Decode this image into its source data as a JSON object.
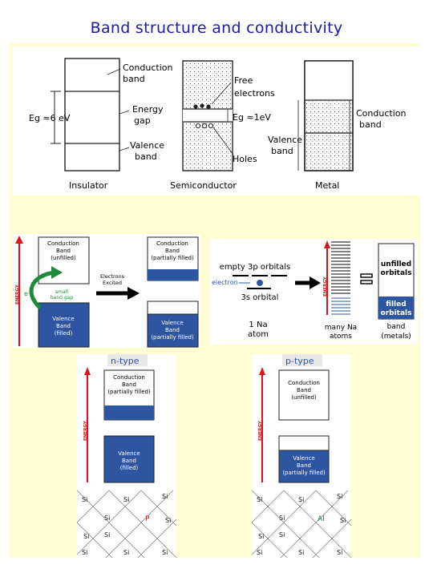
{
  "title": "Band structure and conductivity",
  "top_diagram": {
    "insulator": {
      "conduction": "Conduction",
      "band": "band",
      "energy": "Energy",
      "gap": "gap",
      "eg": "Eg ≈6 eV",
      "valence": "Valence",
      "vband": "band",
      "caption": "Insulator"
    },
    "semiconductor": {
      "free": "Free",
      "electrons": "electrons",
      "eg": "Eg ≈1eV",
      "holes": "Holes",
      "caption": "Semiconductor"
    },
    "metal": {
      "conduction": "Conduction",
      "band": "band",
      "valence": "Valence",
      "vband": "band",
      "caption": "Metal"
    }
  },
  "excitation": {
    "energy": "ENERGY",
    "cb": [
      "Conduction",
      "Band",
      "(unfilled)"
    ],
    "gap": [
      "small",
      "band gap"
    ],
    "electron": "e⁻",
    "vb": [
      "Valence",
      "Band",
      "(filled)"
    ],
    "arrow": [
      "Electrons",
      "Excited"
    ],
    "cb2": [
      "Conduction",
      "Band",
      "(partially filled)"
    ],
    "vb2": [
      "Valence",
      "Band",
      "(partially filled)"
    ]
  },
  "sodium": {
    "empty": "empty 3p orbitals",
    "electron": "electron",
    "orbital": "3s orbital",
    "atom": [
      "1 Na",
      "atom"
    ],
    "energy": "ENERGY",
    "many": [
      "many Na",
      "atoms"
    ],
    "unfilled": [
      "unfilled",
      "orbitals"
    ],
    "filled": [
      "filled",
      "orbitals"
    ],
    "band": [
      "band",
      "(metals)"
    ]
  },
  "ntype": {
    "label": "n-type",
    "energy": "ENERGY",
    "cb": [
      "Conduction",
      "Band",
      "(partially filled)"
    ],
    "vb": [
      "Valence",
      "Band",
      "(filled)"
    ],
    "si": "Si",
    "dopant": "P"
  },
  "ptype": {
    "label": "p-type",
    "energy": "ENERGY",
    "cb": [
      "Conduction",
      "Band",
      "(unfilled)"
    ],
    "vb": [
      "Valence",
      "Band",
      "(partially filled)"
    ],
    "si": "Si",
    "dopant": "Al"
  },
  "colors": {
    "blue": "#2e55a0",
    "red": "#d8151b",
    "green": "#1e8a3a",
    "title": "#1a1aa8",
    "panel": "#fefed2"
  }
}
